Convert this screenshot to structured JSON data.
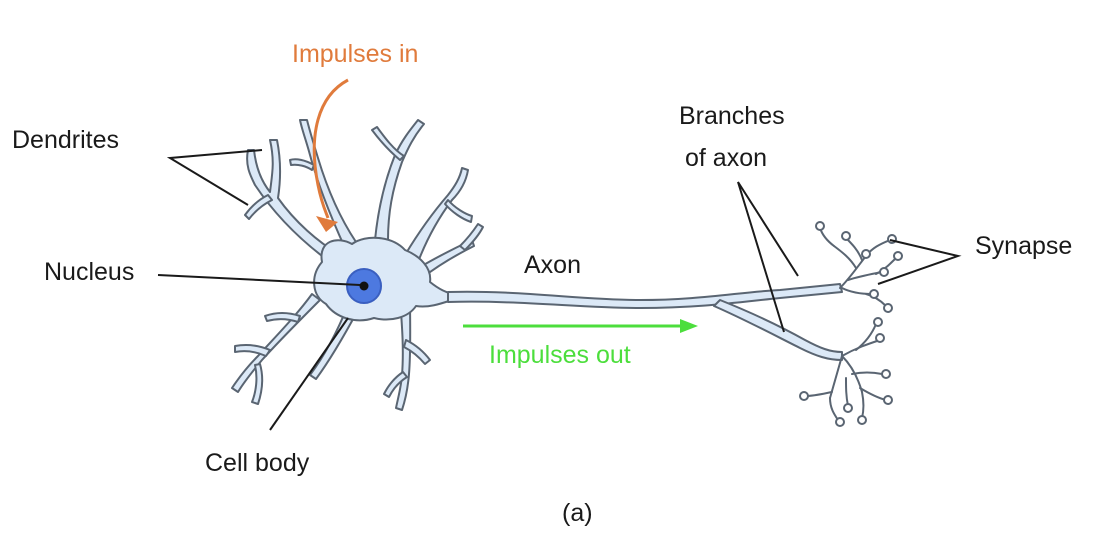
{
  "labels": {
    "impulses_in": "Impulses in",
    "dendrites": "Dendrites",
    "nucleus": "Nucleus",
    "cell_body": "Cell body",
    "axon": "Axon",
    "impulses_out": "Impulses out",
    "branches_line1": "Branches",
    "branches_line2": "of axon",
    "synapse": "Synapse",
    "caption": "(a)"
  },
  "colors": {
    "impulses_in": "#e07b3c",
    "impulses_out": "#4cde3c",
    "cell_fill": "#dce9f7",
    "cell_outline": "#5a6572",
    "nucleus_fill": "#4d79e0",
    "nucleolus_fill": "#111111",
    "leader_lines": "#1a1a1a"
  }
}
